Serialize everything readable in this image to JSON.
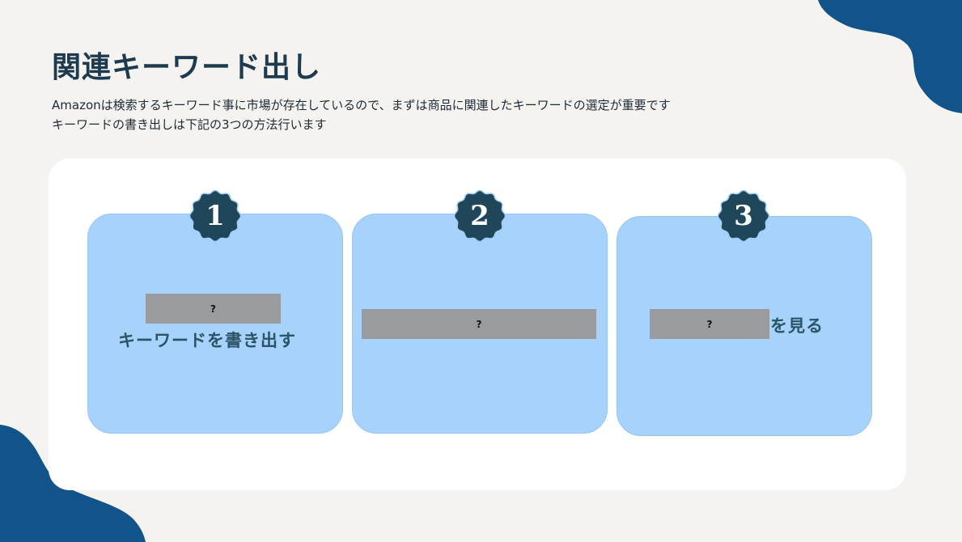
{
  "slide": {
    "title": "関連キーワード出し",
    "subtitle_lines": [
      "Amazonは検索するキーワード事に市場が存在しているので、まずは商品に関連したキーワードの選定が重要です",
      "キーワードの書き出しは下記の3つの方法行います"
    ]
  },
  "cards": [
    {
      "number": "1",
      "text": "キーワードを書き出す",
      "redacted_label": "?"
    },
    {
      "number": "2",
      "text": ")",
      "redacted_label": "?"
    },
    {
      "number": "3",
      "text": "を見る",
      "redacted_label": "?"
    }
  ],
  "colors": {
    "background": "#f5f3f0",
    "blob": "#12538a",
    "panel": "#ffffff",
    "card": "#a6d2fb",
    "badge": "#1f4659",
    "title": "#1d3a4e",
    "redaction": "#9a9b9e"
  }
}
